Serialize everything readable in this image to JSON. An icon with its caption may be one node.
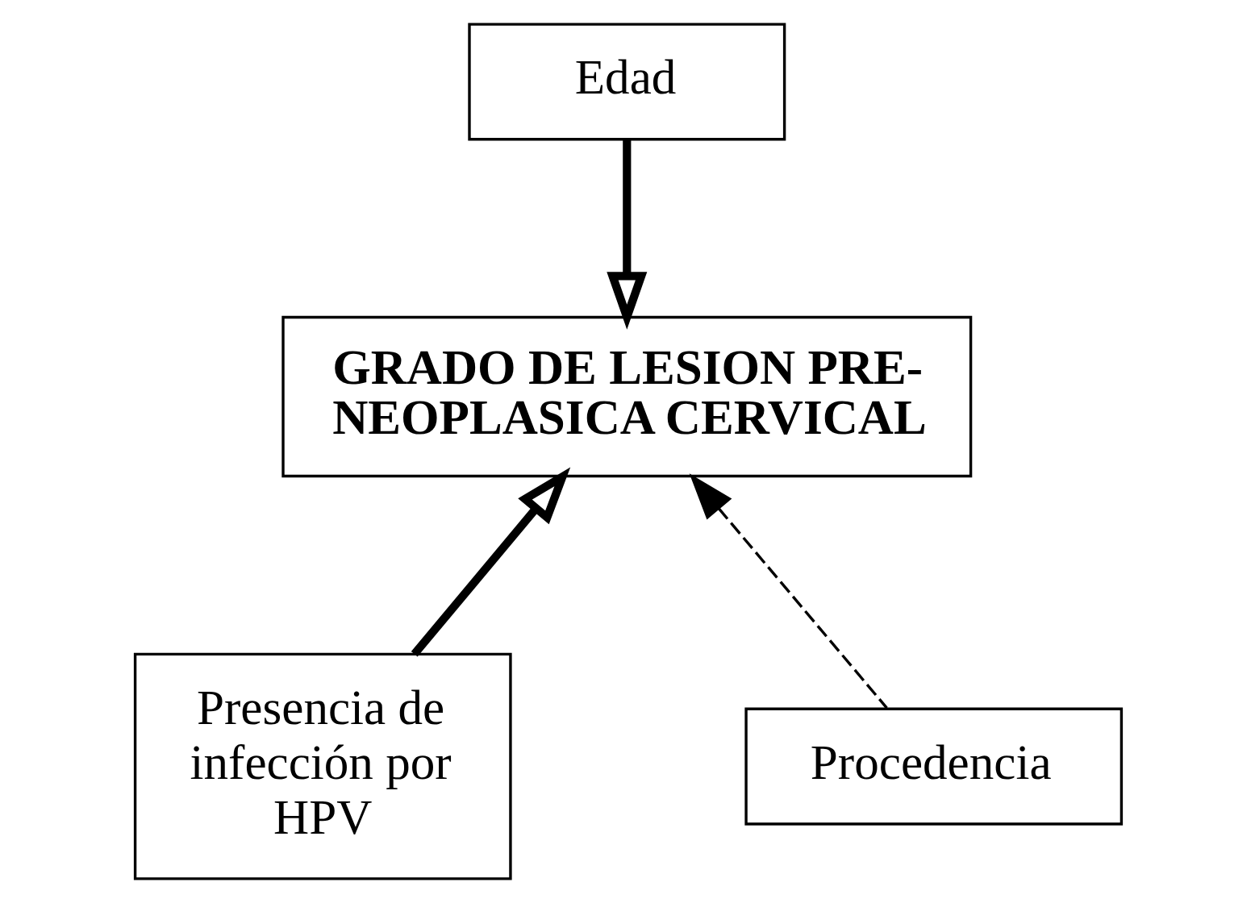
{
  "diagram": {
    "nodes": [
      {
        "text": [
          "Edad"
        ]
      },
      {
        "text": [
          "GRADO DE LESION PRE- NEOPLASICA CERVICAL"
        ]
      },
      {
        "text": [
          "Presencia de infección por HPV"
        ]
      },
      {
        "text": [
          "Procedencia"
        ]
      }
    ],
    "edges": [
      {
        "from": 0,
        "to": 1,
        "arrow": "to"
      },
      {
        "from": 2,
        "to": 1,
        "arrow": "to"
      },
      {
        "from": 3,
        "to": 1,
        "arrow": "to",
        "style": "dashed"
      }
    ]
  }
}
